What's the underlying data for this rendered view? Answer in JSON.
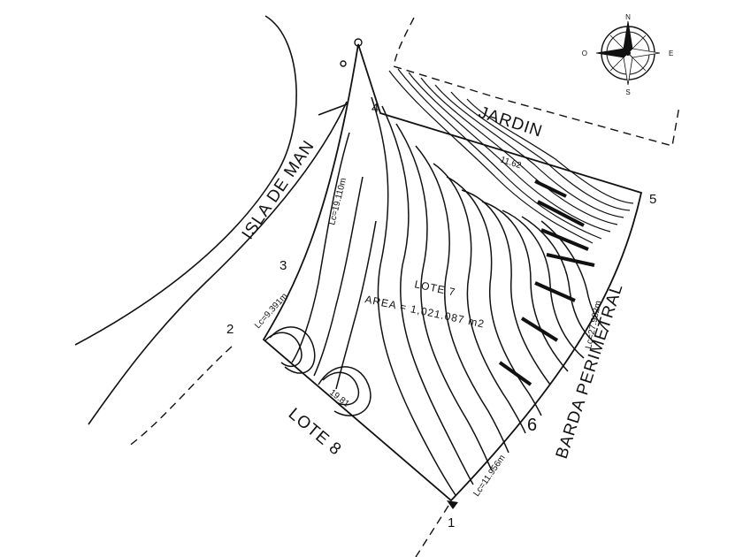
{
  "street_name": "ISLA DE MAN",
  "garden_label": "JARDIN",
  "wall_label": "BARDA PERIMETRAL",
  "lot_label": "LOTE 7",
  "area_label": "AREA = 1,021.087 m2",
  "neighbor_lot_label": "LOTE 8",
  "vertices": [
    "1",
    "2",
    "3",
    "4",
    "5",
    "6"
  ],
  "arc_lengths": {
    "west_upper": "Lc=19.110m",
    "west_lower": "Lc=9.391m",
    "east": "Lc=27.982m",
    "south_east": "Lc=11.956m"
  },
  "segment_dims": {
    "north": "11.62",
    "south": "19.81"
  },
  "compass": {
    "north": "N",
    "south": "S",
    "east": "E",
    "west": "O"
  }
}
